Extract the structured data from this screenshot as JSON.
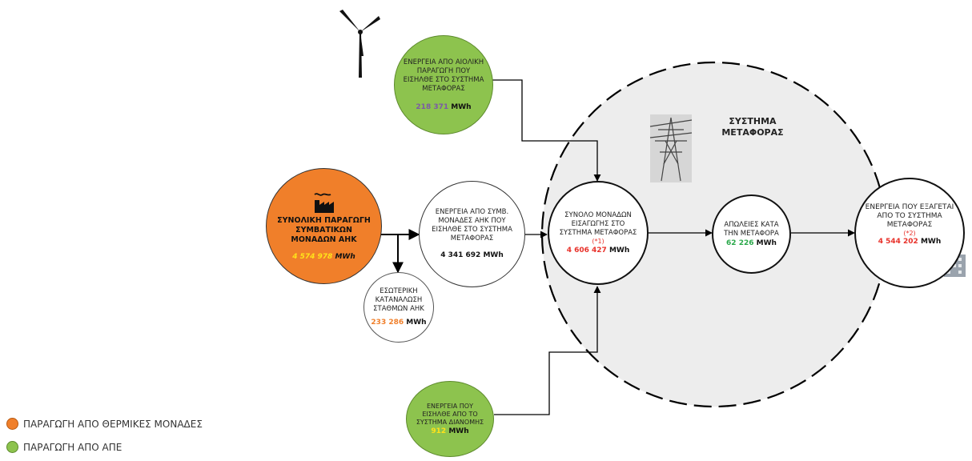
{
  "colors": {
    "thermal": "#f07f2a",
    "res": "#8dc34e",
    "red": "#e8312a",
    "green": "#2aa84a",
    "orange": "#f07f2a",
    "yellow": "#ffe21a",
    "purple": "#7b5aa6"
  },
  "transmission_title": "ΣΥΣΤΗΜΑ ΜΕΤΑΦΟΡΑΣ",
  "icons": {
    "wind": "wind-turbine-icon",
    "factory": "factory-icon",
    "pylon": "power-pylon-icon",
    "consumers": "consumers-icon"
  },
  "nodes": {
    "thermal_total": {
      "label": "ΣΥΝΟΛΙΚΗ ΠΑΡΑΓΩΓΗ ΣΥΜΒΑΤΙΚΩΝ ΜΟΝΑΔΩΝ ΑΗΚ",
      "value": "4 574 978",
      "unit": "MWh"
    },
    "internal": {
      "label": "ΕΣΩΤΕΡΙΚΗ ΚΑΤΑΝΑΛΩΣΗ ΣΤΑΘΜΩΝ ΑΗΚ",
      "value": "233 286",
      "unit": "MWh"
    },
    "conventional_in": {
      "label": "ΕΝΕΡΓΕΙΑ ΑΠΟ ΣΥΜΒ. ΜΟΝΑΔΕΣ ΑΗΚ ΠΟΥ ΕΙΣΗΛΘΕ ΣΤΟ ΣΥΣΤΗΜΑ ΜΕΤΑΦΟΡΑΣ",
      "value": "4 341 692",
      "unit": "MWh"
    },
    "wind": {
      "label": "ΕΝΕΡΓΕΙΑ ΑΠΟ ΑΙΟΛΙΚΗ ΠΑΡΑΓΩΓΗ ΠΟΥ ΕΙΣΗΛΘΕ ΣΤΟ ΣΥΣΤΗΜΑ ΜΕΤΑΦΟΡΑΣ",
      "value": "218 371",
      "unit": "MWh"
    },
    "total_input": {
      "label": "ΣΥΝΟΛΟ ΜΟΝΑΔΩΝ ΕΙΣΑΓΩΓΗΣ ΣΤΟ ΣΥΣΤΗΜΑ ΜΕΤΑΦΟΡΑΣ",
      "note": "(*1)",
      "value": "4 606 427",
      "unit": "MWh"
    },
    "losses": {
      "label": "ΑΠΩΛΕΙΕΣ ΚΑΤΑ ΤΗΝ ΜΕΤΑΦΟΡΑ",
      "value": "62 226",
      "unit": "MWh"
    },
    "distribution": {
      "label": "ΕΝΕΡΓΕΙΑ ΠΟΥ ΕΙΣΗΛΘΕ ΑΠΟ ΤΟ ΣΥΣΤΗΜΑ ΔΙΑΝΟΜΗΣ",
      "value": "912",
      "unit": "MWh"
    },
    "exported": {
      "label": "ΕΝΕΡΓΕΙΑ ΠΟΥ ΕΞΑΓΕΤΑΙ ΑΠΟ ΤΟ ΣΥΣΤΗΜΑ ΜΕΤΑΦΟΡΑΣ",
      "note": "(*2)",
      "value": "4 544 202",
      "unit": "MWh"
    }
  },
  "legend": [
    {
      "label": "ΠΑΡΑΓΩΓΗ ΑΠΟ ΘΕΡΜΙΚΕΣ ΜΟΝΑΔΕΣ",
      "color": "#f07f2a"
    },
    {
      "label": "ΠΑΡΑΓΩΓΗ ΑΠΟ ΑΠΕ",
      "color": "#8dc34e"
    }
  ]
}
